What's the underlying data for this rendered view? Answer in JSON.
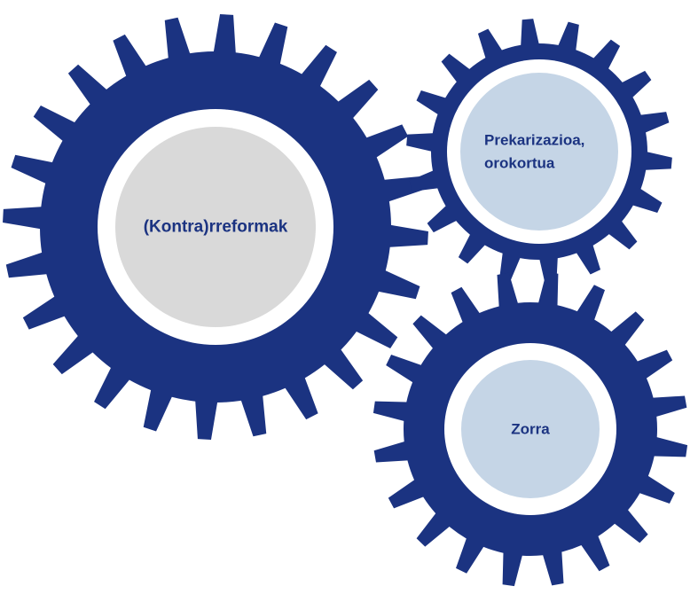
{
  "colors": {
    "gear": "#1b3381",
    "ring": "#ffffff",
    "text": "#1b3381",
    "gray_hub": "#d9d9d9",
    "blue_hub": "#c5d5e6"
  },
  "gears": [
    {
      "id": "large",
      "label_lines": [
        "(Kontra)rreformak"
      ],
      "hub_color": "#d9d9d9",
      "teeth": 24
    },
    {
      "id": "top-right",
      "label_lines": [
        "Prekarizazioa,",
        "orokortua"
      ],
      "hub_color": "#c5d5e6",
      "teeth": 18
    },
    {
      "id": "bottom-right",
      "label_lines": [
        "Zorra"
      ],
      "hub_color": "#c5d5e6",
      "teeth": 20
    }
  ]
}
